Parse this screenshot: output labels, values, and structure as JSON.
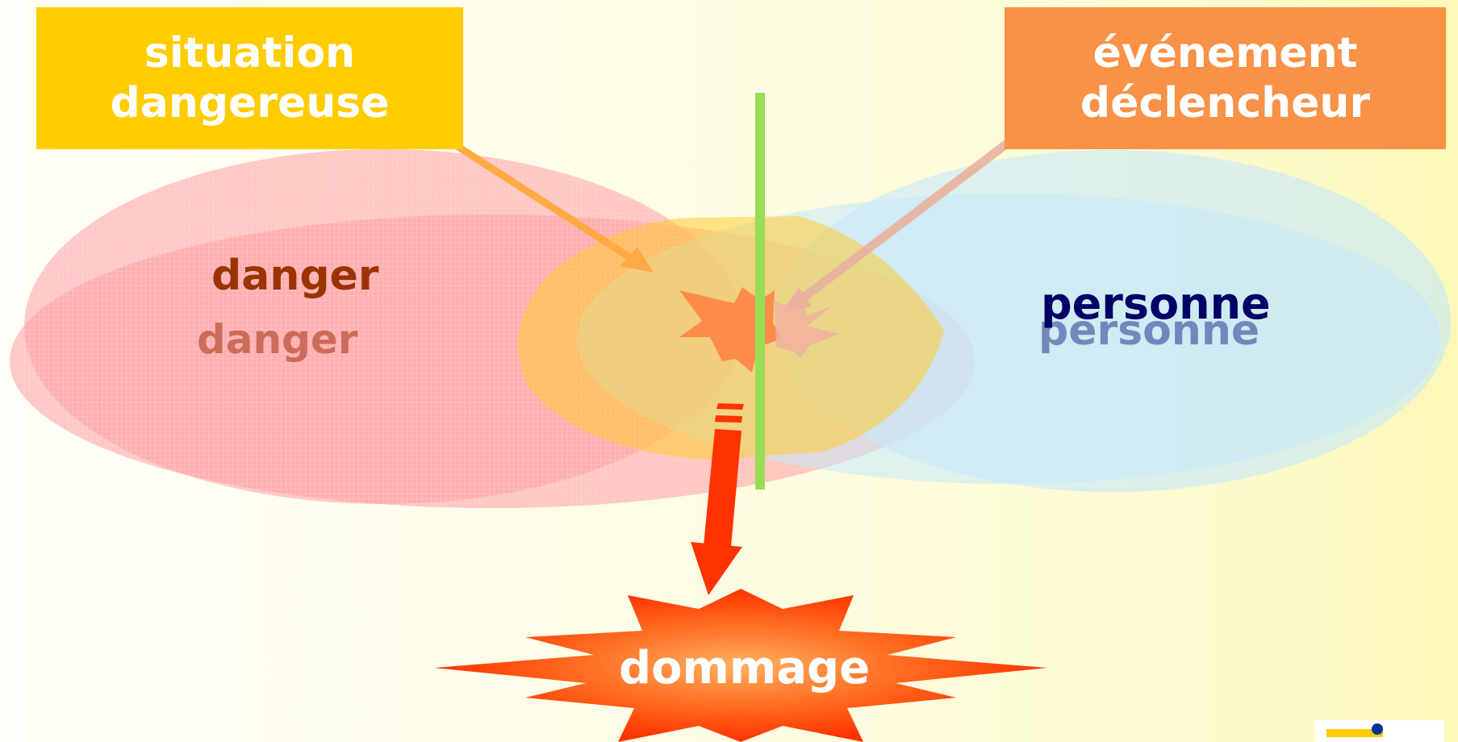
{
  "boxes": {
    "situation_line1": "situation",
    "situation_line2": "dangereuse",
    "evenement_line1": "événement",
    "evenement_line2": "déclencheur"
  },
  "labels": {
    "danger": "danger",
    "danger_shadow": "danger",
    "personne": "personne",
    "personne_shadow": "personne",
    "dommage": "dommage"
  },
  "colors": {
    "situation_box": "#ffcc00",
    "evenement_box": "#f99147",
    "danger_zone": "#ff9aa0",
    "personne_zone": "#c4e8fa",
    "overlap_zone": "#ffcc33",
    "separator": "#99dd55",
    "impact_arrow": "#ff3300",
    "dommage_burst": "#ff4411"
  }
}
